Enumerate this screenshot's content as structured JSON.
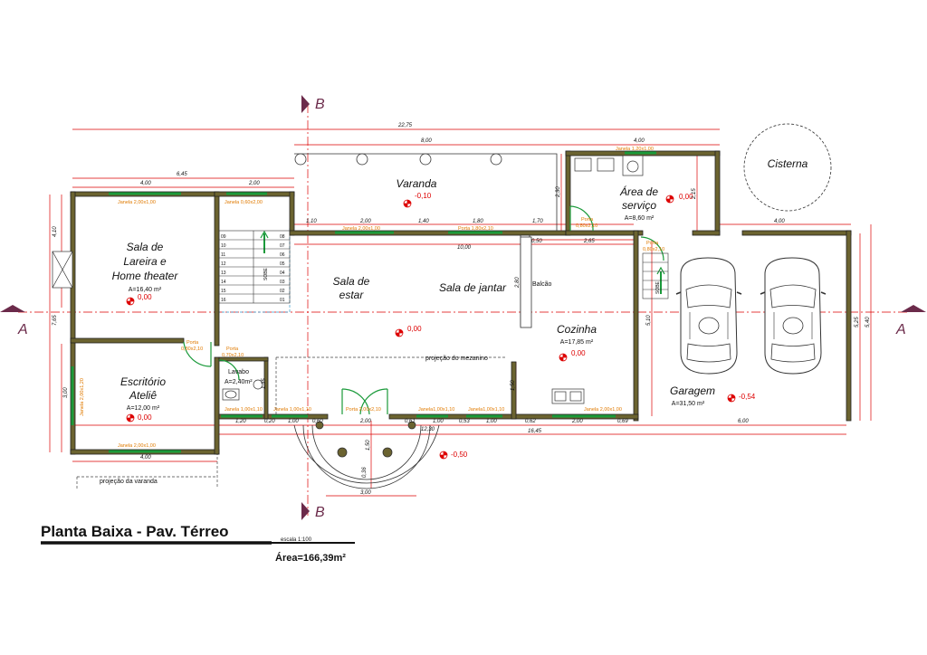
{
  "title": "Planta Baixa - Pav. Térreo",
  "scale": "escala 1:100",
  "total_area": "Área=166,39m²",
  "section_marks": {
    "a_left": "A",
    "a_right": "A",
    "b_top": "B",
    "b_bottom": "B"
  },
  "rooms": {
    "sala_lareira": {
      "l1": "Sala de",
      "l2": "Lareira e",
      "l3": "Home theater",
      "area": "A=16,40 m²",
      "level": "0,00"
    },
    "escritorio": {
      "l1": "Escritório",
      "l2": "Ateliê",
      "area": "A=12,00 m²",
      "level": "0,00"
    },
    "varanda": {
      "name": "Varanda",
      "level": "-0,10"
    },
    "area_servico": {
      "l1": "Área de",
      "l2": "serviço",
      "area": "A=8,60 m²",
      "level": "0,00"
    },
    "cisterna": {
      "name": "Cisterna"
    },
    "sala_estar": {
      "l1": "Sala de",
      "l2": "estar",
      "level": "0,00"
    },
    "sala_jantar": {
      "name": "Sala de jantar"
    },
    "cozinha": {
      "name": "Cozinha",
      "area": "A=17,85 m²",
      "level": "0,00"
    },
    "lavabo": {
      "name": "Lavabo",
      "area": "A=2,40m²"
    },
    "garagem": {
      "name": "Garagem",
      "area": "A=31,50 m²",
      "level": "-0,54"
    },
    "balcao": {
      "name": "Balcão"
    },
    "exterior": {
      "level": "-0,50"
    }
  },
  "notes": {
    "projecao_mezanino": "projeção do mezanino",
    "projecao_varanda": "projeção da varanda",
    "sobe1": "SOBE",
    "sobe2": "SOBE"
  },
  "openings": {
    "j1": "Janela 2,00x1,00",
    "j2": "Janela 0,60x2,00",
    "j3": "Janela 2,00x1,20",
    "j4": "Janela 2,00x1,00",
    "j5": "Janela 2,00x1,00",
    "j6": "Porta 1,80x2,10",
    "j7": "Janela 1,20x1,00",
    "j8": "Janela 1,00x1,10",
    "j9": "Janela 1,00x1,10",
    "j10": "Porta 2,00x2,10",
    "j11": "Janela1,00x1,10",
    "j12": "Janela1,00x1,10",
    "j13": "Janela 2,00x1,00",
    "j14": "Janela 1,00x1,10",
    "p1": "Porta",
    "p1b": "0,80x2,10",
    "p2": "Porta",
    "p2b": "0,70x2,10",
    "p3": "Porta",
    "p3b": "0,80x2,10",
    "p4": "Porta",
    "p4b": "0,80x2,10"
  },
  "stairs": [
    "09",
    "10",
    "11",
    "12",
    "13",
    "14",
    "15",
    "16",
    "08",
    "07",
    "06",
    "05",
    "04",
    "03",
    "02",
    "01"
  ],
  "dims": {
    "d2275": "22,75",
    "d800": "8,00",
    "d400a": "4,00",
    "d645": "6,45",
    "d400b": "4,00",
    "d200a": "2,00",
    "d410": "4,10",
    "d765": "7,65",
    "d300": "3,00",
    "d400c": "4,00",
    "d110": "1,10",
    "d200b": "2,00",
    "d140": "1,40",
    "d180": "1,80",
    "d170": "1,70",
    "d1000": "10,00",
    "d050": "0,50",
    "d265": "2,65",
    "d230": "2,30",
    "d215": "2,15",
    "d400d": "4,00",
    "d280": "2,80",
    "d510": "5,10",
    "d525": "5,25",
    "d540": "5,40",
    "d120": "1,20",
    "d020": "0,20",
    "d100a": "1,00",
    "d060a": "0,60",
    "d200c": "2,00",
    "d061": "0,61",
    "d100b": "1,00",
    "d053": "0,53",
    "d100c": "1,00",
    "d062": "0,62",
    "d200d": "2,00",
    "d069": "0,69",
    "d600": "6,00",
    "d1645": "16,45",
    "d1230": "12,30",
    "d150a": "1,50",
    "d135": "1,35",
    "d150b": "1,50",
    "d036": "0,36",
    "d300b": "3,00"
  }
}
